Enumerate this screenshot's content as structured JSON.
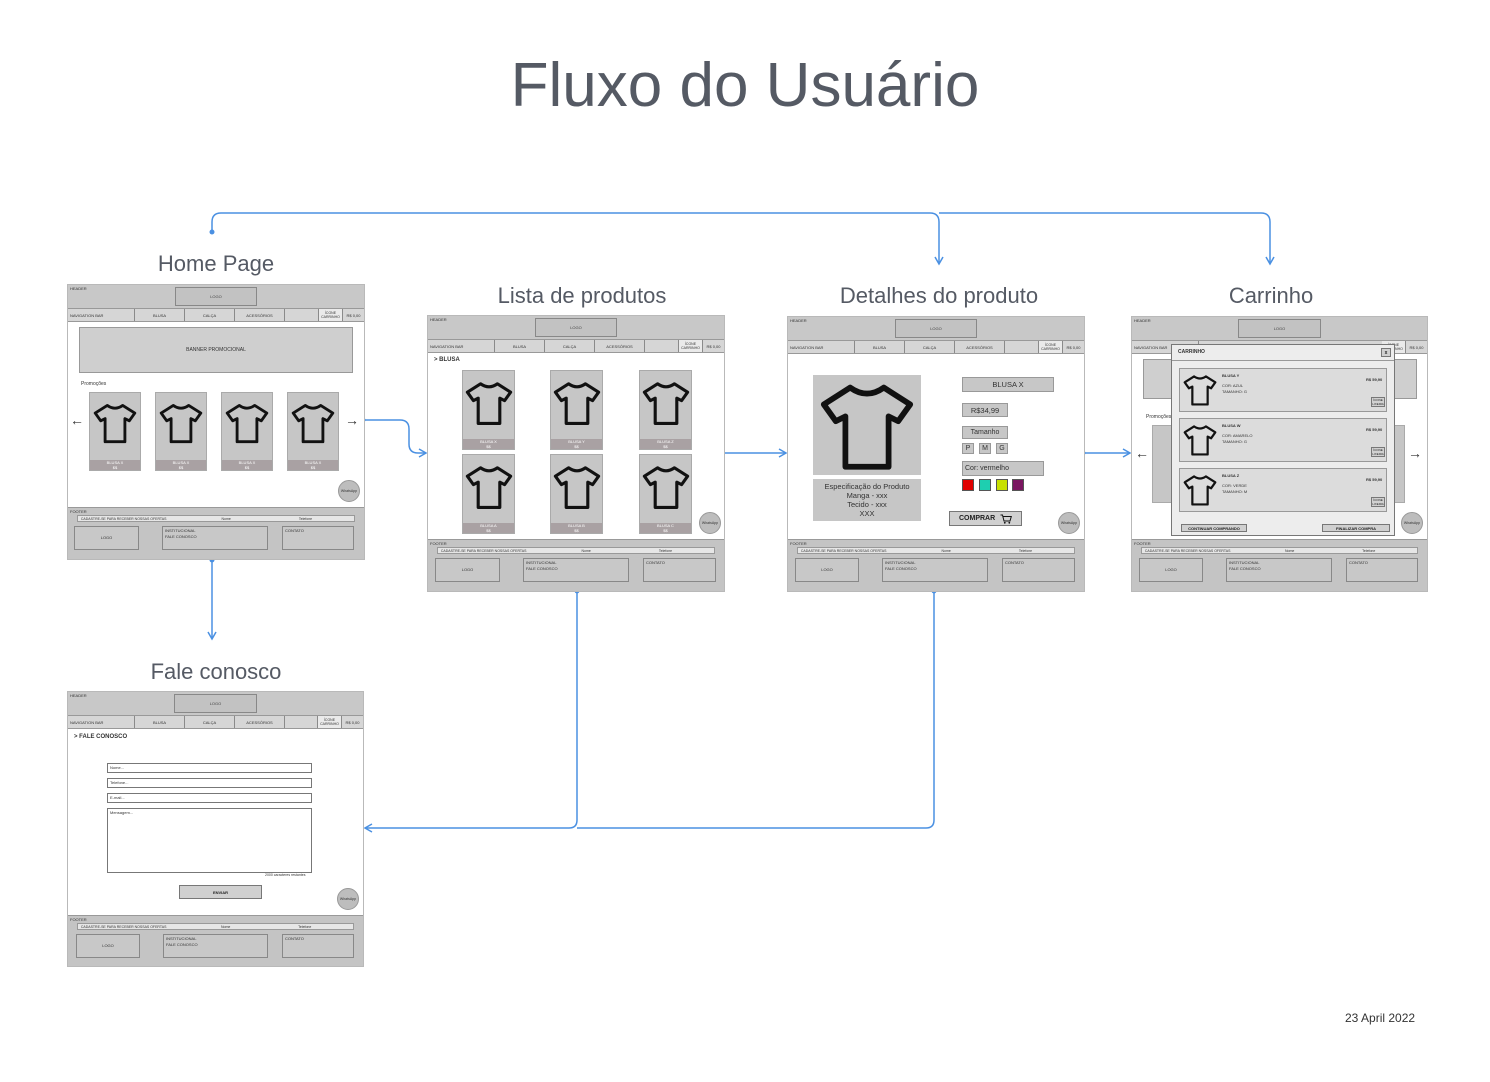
{
  "title": "Fluxo do Usuário",
  "date": "23 April 2022",
  "frames": {
    "home": "Home Page",
    "lista": "Lista de produtos",
    "detalhes": "Detalhes do produto",
    "carrinho": "Carrinho",
    "fale": "Fale conosco"
  },
  "common": {
    "header": "HEADER",
    "logo": "LOGO",
    "nav": "NAVIGATION BAR",
    "blusa": "BLUSA",
    "calca": "CALÇA",
    "acessorios": "ACESSÓRIOS",
    "cart_icon": "ÍCONE CARRINHO",
    "price": "R$ 0,00",
    "whatsapp": "WhatsApp",
    "footer": "FOOTER",
    "newsletter": "CADASTRE-SE PARA RECEBER NOSSAS OFERTAS",
    "nome": "Nome",
    "telefone": "Telefone",
    "institucional": "INSTITUCIONAL",
    "fale_conosco": "FALE CONOSCO",
    "contato": "CONTATO",
    "arrow_left": "←",
    "arrow_right": "→"
  },
  "home": {
    "banner": "BANNER PROMOCIONAL",
    "promocoes": "Promoções",
    "products": [
      {
        "name": "BLUSA X",
        "price": "$$"
      },
      {
        "name": "BLUSA X",
        "price": "$$"
      },
      {
        "name": "BLUSA X",
        "price": "$$"
      },
      {
        "name": "BLUSA X",
        "price": "$$"
      }
    ]
  },
  "lista": {
    "heading": "> BLUSA",
    "products": [
      {
        "name": "BLUSA X",
        "price": "$$"
      },
      {
        "name": "BLUSA Y",
        "price": "$$"
      },
      {
        "name": "BLUSA Z",
        "price": "$$"
      },
      {
        "name": "BLUSA A",
        "price": "$$"
      },
      {
        "name": "BLUSA B",
        "price": "$$"
      },
      {
        "name": "BLUSA C",
        "price": "$$"
      }
    ]
  },
  "detalhes": {
    "name": "BLUSA X",
    "price": "R$34,99",
    "tamanho": "Tamanho",
    "sizes": [
      "P",
      "M",
      "G"
    ],
    "cor": "Cor: vermelho",
    "colors": [
      "#e00000",
      "#1ecfb0",
      "#c8e000",
      "#7a1560"
    ],
    "spec": [
      "Especificação do Produto",
      "Manga - xxx",
      "Tecido - xxx",
      "XXX"
    ],
    "comprar": "COMPRAR"
  },
  "carrinho": {
    "modal_title": "CARRINHO",
    "close": "x",
    "items": [
      {
        "name": "BLUSA Y",
        "cor": "COR: AZUL",
        "tam": "TAMANHO: G",
        "price": "R$ 59,90",
        "del": "ÍCONE LIXEIRA"
      },
      {
        "name": "BLUSA W",
        "cor": "COR: AMARELO",
        "tam": "TAMANHO: G",
        "price": "R$ 59,90",
        "del": "ÍCONE LIXEIRA"
      },
      {
        "name": "BLUSA Z",
        "cor": "COR: VERDE",
        "tam": "TAMANHO: M",
        "price": "R$ 59,90",
        "del": "ÍCONE LIXEIRA"
      }
    ],
    "continuar": "CONTINUAR COMPRANDO",
    "finalizar": "FINALIZAR COMPRA",
    "promocoes": "Promoções"
  },
  "fale": {
    "heading": "> FALE CONOSCO",
    "nome_ph": "Nome...",
    "telefone_ph": "Telefone...",
    "email_ph": "E-mail...",
    "mensagem_ph": "Mensagem...",
    "limit": "2000 caracteres restantes",
    "enviar": "ENVIAR"
  }
}
